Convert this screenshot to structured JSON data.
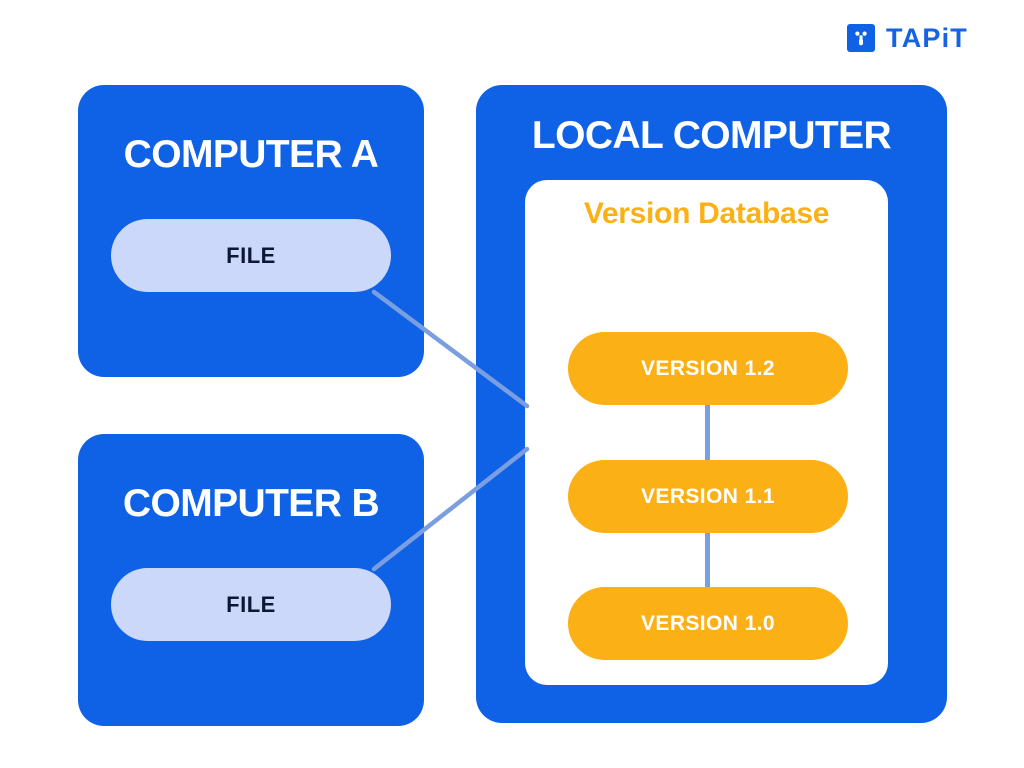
{
  "brand": {
    "name": "TAPiT",
    "mark_icon": "tapit-node-icon",
    "mark_color": "#0f62e6",
    "word_color": "#1363e3"
  },
  "colors": {
    "panel_blue": "#0f62e6",
    "file_pill": "#ccd8fa",
    "file_text": "#0b1733",
    "version_orange": "#fbb116",
    "connector_blue": "#7a9fe0",
    "card_white": "#ffffff",
    "background": "#ffffff"
  },
  "remotes": [
    {
      "id": "computer-a",
      "title": "COMPUTER A",
      "file": {
        "label": "FILE"
      }
    },
    {
      "id": "computer-b",
      "title": "COMPUTER B",
      "file": {
        "label": "FILE"
      }
    }
  ],
  "local": {
    "title": "LOCAL COMPUTER",
    "database": {
      "title": "Version Database",
      "versions": [
        {
          "label": "VERSION 1.2"
        },
        {
          "label": "VERSION 1.1"
        },
        {
          "label": "VERSION 1.0"
        }
      ]
    }
  }
}
